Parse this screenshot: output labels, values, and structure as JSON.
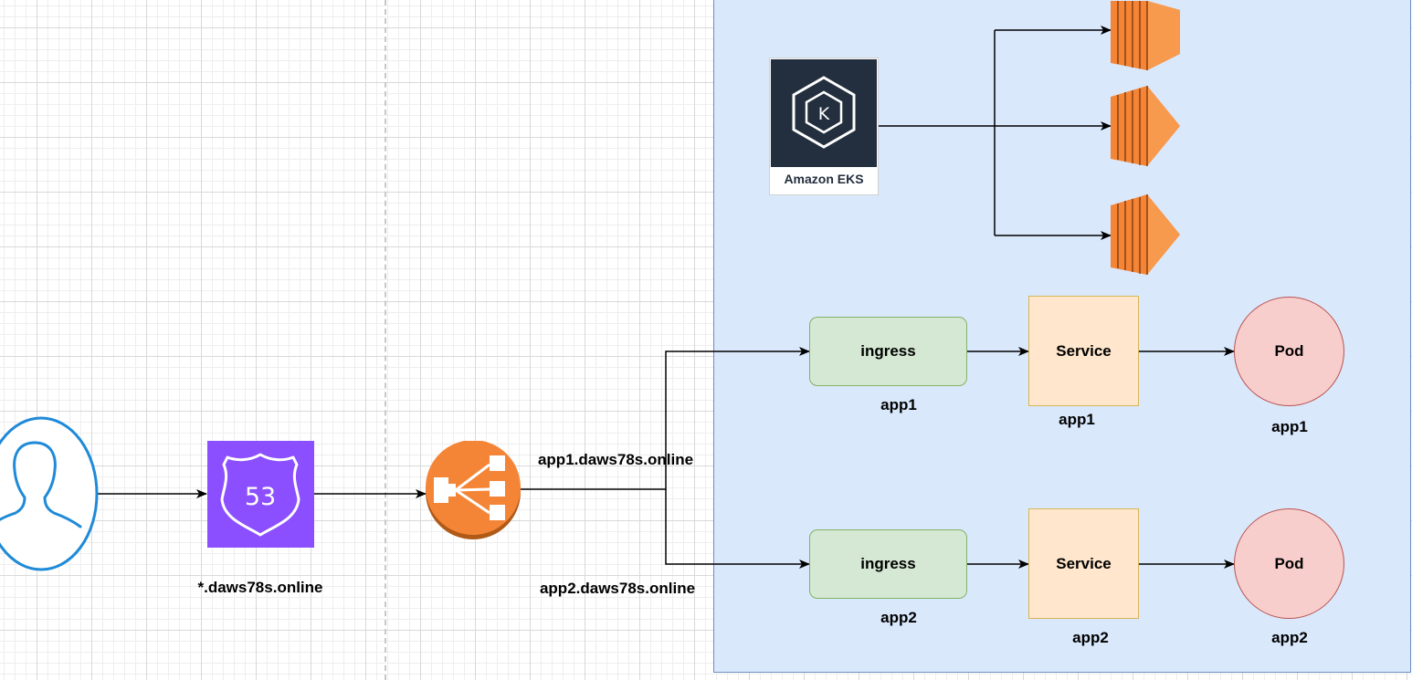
{
  "diagram": {
    "user": {
      "icon": "user-icon"
    },
    "route53": {
      "icon": "route53-icon",
      "badge_number": "53",
      "label": "*.daws78s.online"
    },
    "load_balancer": {
      "icon": "elastic-load-balancer-icon"
    },
    "hosts": {
      "app1": "app1.daws78s.online",
      "app2": "app2.daws78s.online"
    },
    "eks": {
      "icon": "kubernetes-icon",
      "label": "Amazon EKS",
      "logo_letter": "K"
    },
    "nodes": {
      "icon": "ec2-instance-icon",
      "count": 3
    },
    "apps": [
      {
        "ingress": "ingress",
        "ingress_caption": "app1",
        "service": "Service",
        "service_caption": "app1",
        "pod": "Pod",
        "pod_caption": "app1"
      },
      {
        "ingress": "ingress",
        "ingress_caption": "app2",
        "service": "Service",
        "service_caption": "app2",
        "pod": "Pod",
        "pod_caption": "app2"
      }
    ],
    "colors": {
      "cluster_fill": "#dae8fc",
      "ingress_fill": "#d5e8d4",
      "service_fill": "#ffe6cc",
      "pod_fill": "#f8cecc",
      "route53": "#8c4fff",
      "elb": "#f58536",
      "ec2": "#f58536",
      "eks_tile": "#232f3e"
    }
  }
}
